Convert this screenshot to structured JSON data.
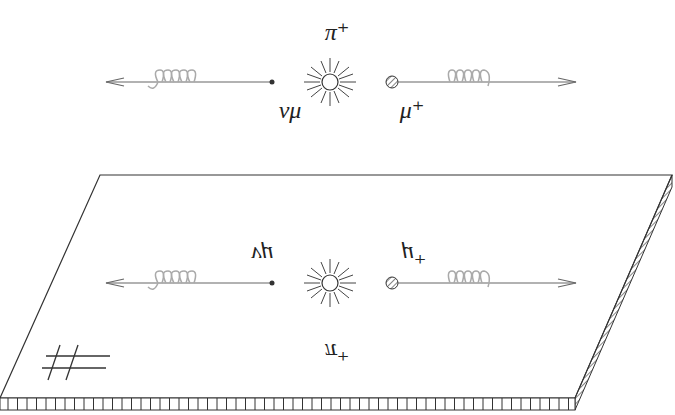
{
  "diagram": {
    "labels": [
      "π⁺",
      "νμ",
      "μ⁺",
      "νμ",
      "μ⁺",
      "π⁺"
    ]
  }
}
